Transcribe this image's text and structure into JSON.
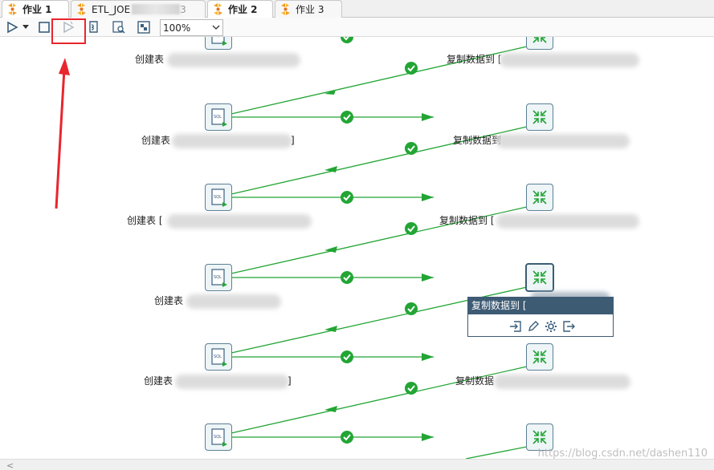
{
  "tabs": [
    {
      "label": "作业 1",
      "active": true
    },
    {
      "label": "ETL_JOE",
      "active": false,
      "suffix": "3"
    },
    {
      "label": "作业 2",
      "active": true
    },
    {
      "label": "作业 3",
      "active": false
    }
  ],
  "toolbar": {
    "zoom_value": "100%",
    "icons": [
      "run-icon",
      "run-dropdown-icon",
      "stop-icon",
      "run-options-icon",
      "sql-preview-icon",
      "search-log-icon",
      "layout-icon"
    ]
  },
  "canvas": {
    "left_label_prefix": "创建表",
    "right_label_prefix": "复制数据到",
    "rows": [
      {
        "left": "创建表",
        "right": "复制数据到 [",
        "left_bracket": "",
        "right_bracket": ""
      },
      {
        "left": "创建表",
        "right": "复制数据到",
        "left_bracket": "]",
        "right_bracket": ""
      },
      {
        "left": "创建表 [",
        "right": "复制数据到 [",
        "left_bracket": "",
        "right_bracket": ""
      },
      {
        "left": "创建表",
        "right": "",
        "left_bracket": "",
        "right_bracket": ""
      },
      {
        "left": "创建表",
        "right": "复制数据",
        "left_bracket": "]",
        "right_bracket": ""
      },
      {
        "left": "",
        "right": "",
        "left_bracket": "",
        "right_bracket": ""
      }
    ]
  },
  "popup": {
    "title": "复制数据到 [",
    "actions": [
      "input-icon",
      "edit-icon",
      "settings-icon",
      "output-icon"
    ]
  },
  "watermark": "https://blog.csdn.net/dashen110",
  "colors": {
    "hop": "#22a534",
    "node_border": "#5b7f95",
    "popup_header": "#3e5b74",
    "annotation": "#e8262d"
  }
}
